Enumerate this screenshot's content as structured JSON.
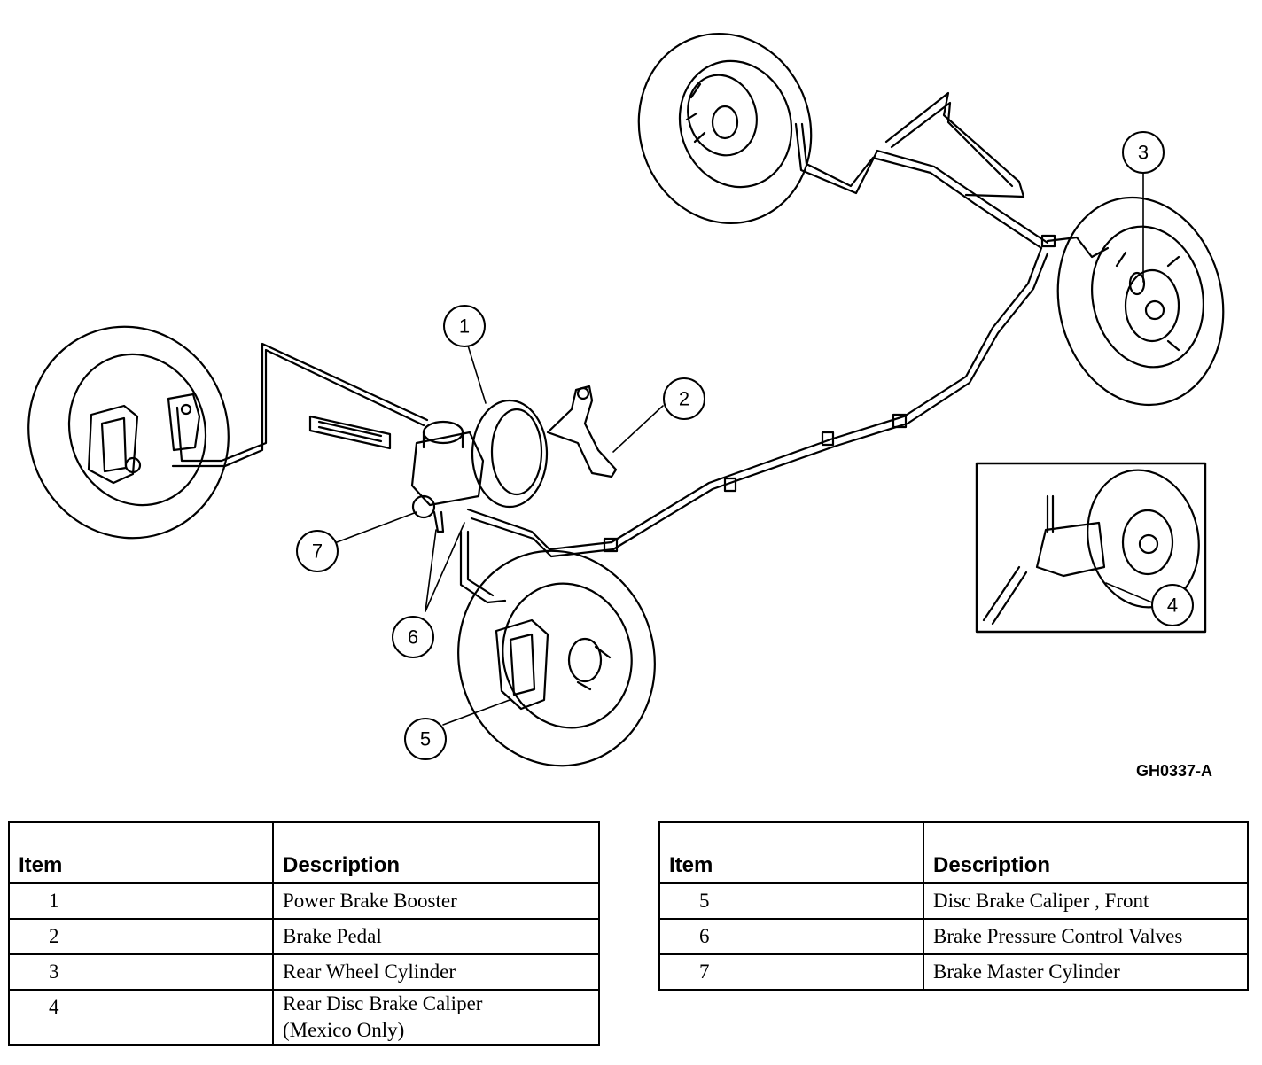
{
  "figure": {
    "id": "GH0337-A",
    "callouts": [
      "1",
      "2",
      "3",
      "4",
      "5",
      "6",
      "7"
    ]
  },
  "tables": {
    "left": {
      "headers": [
        "Item",
        "Description"
      ],
      "rows": [
        {
          "item": "1",
          "description": "Power Brake Booster"
        },
        {
          "item": "2",
          "description": "Brake Pedal"
        },
        {
          "item": "3",
          "description": "Rear Wheel Cylinder"
        },
        {
          "item": "4",
          "description": "Rear Disc Brake Caliper (Mexico Only)"
        }
      ]
    },
    "right": {
      "headers": [
        "Item",
        "Description"
      ],
      "rows": [
        {
          "item": "5",
          "description": "Disc Brake Caliper , Front"
        },
        {
          "item": "6",
          "description": "Brake Pressure Control Valves"
        },
        {
          "item": "7",
          "description": "Brake Master Cylinder"
        }
      ]
    }
  }
}
